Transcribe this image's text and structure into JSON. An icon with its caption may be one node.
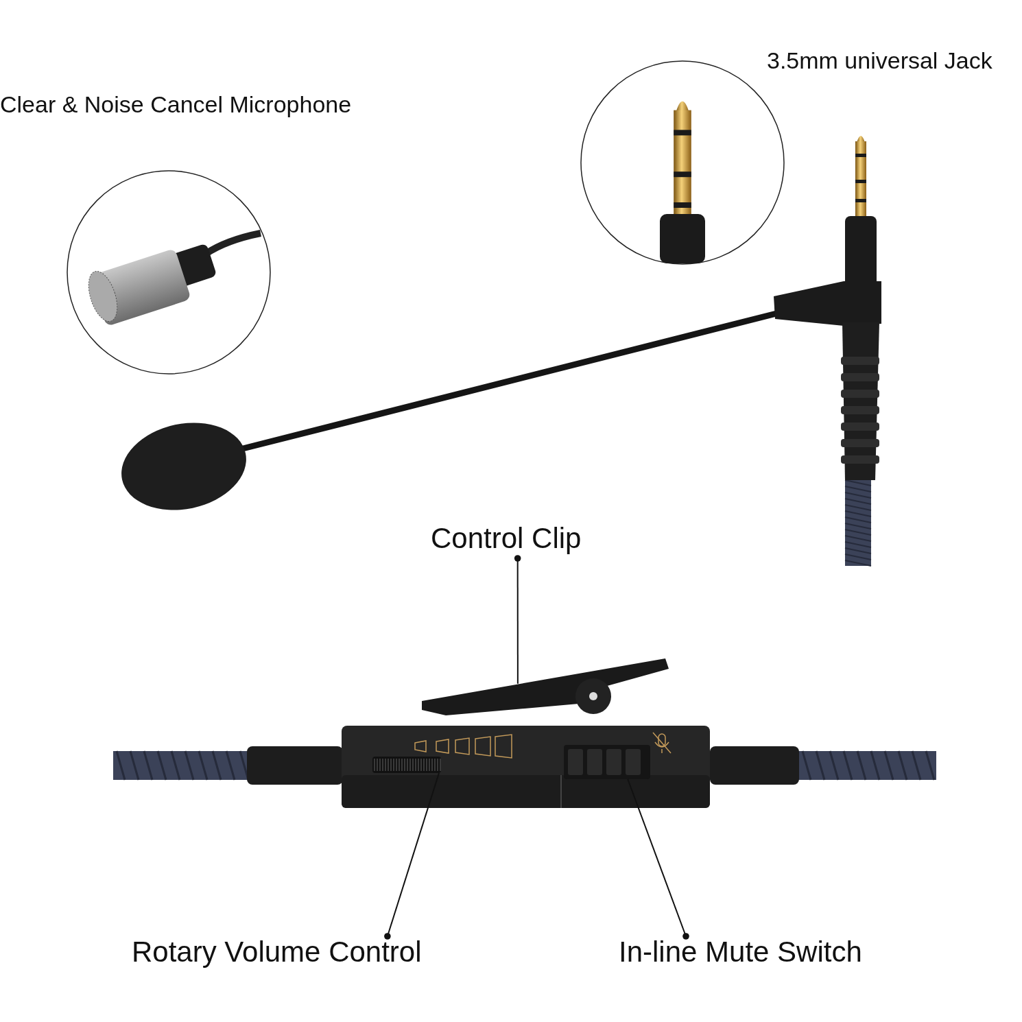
{
  "diagram": {
    "nodes": [
      {
        "text": [
          "Control Clip"
        ]
      },
      {
        "text": [],
        "shape": "picture"
      },
      {
        "text": [
          "Rotary Volume Control"
        ]
      },
      {
        "text": [],
        "shape": "picture"
      },
      {
        "text": [
          "In-line Mute Switch"
        ]
      },
      {
        "text": [],
        "shape": "picture"
      }
    ],
    "edges": [
      {
        "from": 0,
        "to": 1,
        "arrow": "other"
      },
      {
        "from": 2,
        "to": 3,
        "arrow": "other"
      },
      {
        "from": 4,
        "to": 5,
        "arrow": "other"
      }
    ],
    "labels": [
      "3.5mm universal Jack",
      "Clear & Noise Cancel Microphone"
    ]
  }
}
